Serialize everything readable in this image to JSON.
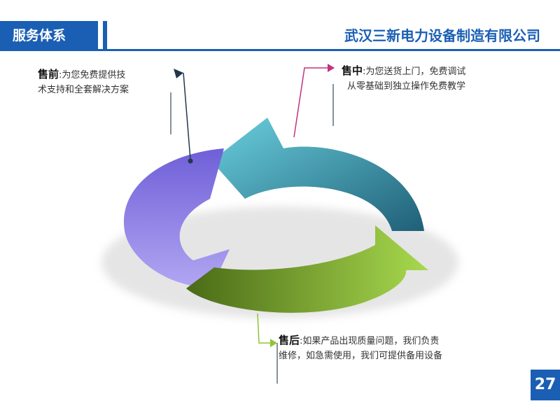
{
  "header": {
    "section_title": "服务体系",
    "company_name": "武汉三新电力设备制造有限公司"
  },
  "service_stages": {
    "pre_sale": {
      "title": "售前",
      "line1": ":为您免费提供技",
      "line2": "术支持和全套解决方案",
      "color": "#7b6fe0"
    },
    "in_sale": {
      "title": "售中",
      "line1": ":为您送货上门，免费调试",
      "line2": "从零基础到独立操作免费教学",
      "color": "#2aa0b6"
    },
    "after_sale": {
      "title": "售后",
      "line1": ":如果产品出现质量问题，我们负责",
      "line2": "维修，如急需使用，我们可提供备用设备",
      "color": "#8fc43a"
    }
  },
  "page_number": "27"
}
